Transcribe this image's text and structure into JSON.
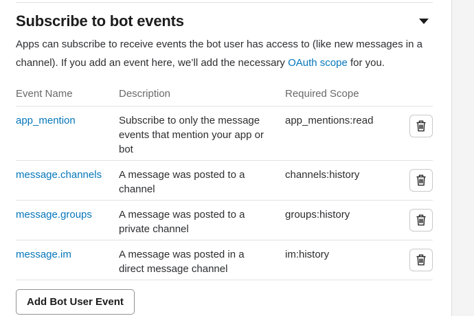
{
  "section": {
    "title": "Subscribe to bot events",
    "collapse_icon": "caret-down-icon",
    "description_before_link": "Apps can subscribe to receive events the bot user has access to (like new messages in a channel). If you add an event here, we’ll add the necessary ",
    "description_link": "OAuth scope",
    "description_after_link": " for you."
  },
  "table": {
    "headers": {
      "event": "Event Name",
      "description": "Description",
      "scope": "Required Scope"
    },
    "rows": [
      {
        "event": "app_mention",
        "description": "Subscribe to only the message events that mention your app or bot",
        "scope": "app_mentions:read"
      },
      {
        "event": "message.channels",
        "description": "A message was posted to a channel",
        "scope": "channels:history"
      },
      {
        "event": "message.groups",
        "description": "A message was posted to a private channel",
        "scope": "groups:history"
      },
      {
        "event": "message.im",
        "description": "A message was posted in a direct message channel",
        "scope": "im:history"
      }
    ],
    "delete_icon": "trash-icon"
  },
  "actions": {
    "add_button_label": "Add Bot User Event"
  },
  "colors": {
    "link_blue": "#0576b9",
    "heading_text": "#1d1c1d",
    "body_text": "#2c2d30",
    "table_header_text": "#696969",
    "divider": "#e2e2e2",
    "side_panel_bg": "#f5f4f5",
    "button_border": "#919193"
  }
}
